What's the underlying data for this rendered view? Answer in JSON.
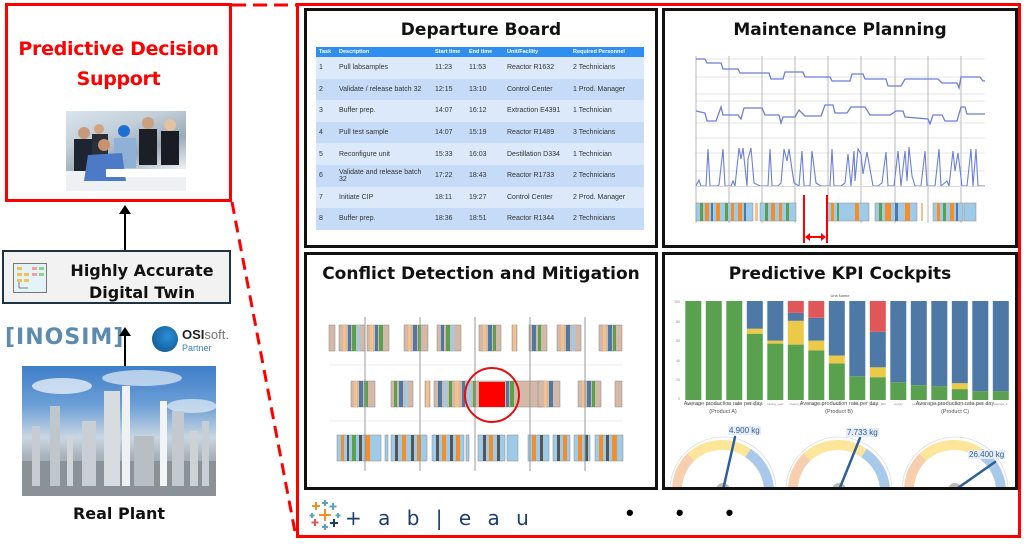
{
  "left_column": {
    "decision_support": {
      "title": "Predictive Decision Support",
      "image": "people-planning-photo"
    },
    "digital_twin": {
      "title": "Highly Accurate Digital Twin",
      "icon": "flowchart-icon"
    },
    "partner_logos": {
      "inosim": "[INOSIM]",
      "osisoft": "OSIsoft.",
      "osisoft_brand": "OSI",
      "osisoft_suffix": "soft.",
      "osisoft_partner": "Partner"
    },
    "real_plant": {
      "label": "Real Plant",
      "image": "refinery-photo"
    }
  },
  "panels": {
    "departure_board": {
      "title": "Departure Board",
      "columns": [
        "Task",
        "Description",
        "Start time",
        "End time",
        "Unit/Facility",
        "Required Personnel"
      ],
      "rows": [
        [
          "1",
          "Pull labsamples",
          "11:23",
          "11:53",
          "Reactor R1632",
          "2 Technicians"
        ],
        [
          "2",
          "Validate / release batch 32",
          "12:15",
          "13:10",
          "Control Center",
          "1 Prod. Manager"
        ],
        [
          "3",
          "Buffer prep.",
          "14:07",
          "16:12",
          "Extraction E4391",
          "1 Technician"
        ],
        [
          "4",
          "Pull test sample",
          "14:07",
          "15:19",
          "Reactor R1489",
          "3 Technicians"
        ],
        [
          "5",
          "Reconfigure unit",
          "15:33",
          "16:03",
          "Destillation D334",
          "1 Technician"
        ],
        [
          "6",
          "Validate and release batch 32",
          "17:22",
          "18:43",
          "Reactor R1733",
          "2 Technicians"
        ],
        [
          "7",
          "Initiate CIP",
          "18:11",
          "19:27",
          "Control Center",
          "2 Prod. Manager"
        ],
        [
          "8",
          "Buffer prep.",
          "18:36",
          "18:51",
          "Reactor R1344",
          "2 Technicians"
        ]
      ]
    },
    "maintenance_planning": {
      "title": "Maintenance Planning"
    },
    "conflict_detection": {
      "title": "Conflict Detection and Mitigation"
    },
    "kpi_cockpits": {
      "title": "Predictive KPI Cockpits",
      "chart_title": "Unit Name",
      "gauges": [
        {
          "title": "Average production rate per day",
          "subtitle": "(Product A)",
          "value": "4.900 kg"
        },
        {
          "title": "Average production rate per day",
          "subtitle": "(Product B)",
          "value": "7.733 kg"
        },
        {
          "title": "Average production rate per day",
          "subtitle": "(Product C)",
          "value": "26.400 kg"
        }
      ]
    }
  },
  "footer": {
    "tableau_wordmark": "+ a b | e a u",
    "ellipsis": "• • •"
  },
  "colors": {
    "frame_red": "#ff0000",
    "panel_border": "#111111",
    "table_header": "#2f8ff0",
    "series_green": "#59a14f",
    "series_yellow": "#edc948",
    "series_blue": "#4e79a7",
    "series_red": "#e15759",
    "gantt_orange": "#f28e2b",
    "gantt_lightblue": "#a0cbe8",
    "gantt_tan": "#d4b9a8",
    "line_blue": "#6b7fd7"
  },
  "chart_data": {
    "type": "bar",
    "title": "Unit Name",
    "stacked": true,
    "normalized": true,
    "ylim": [
      0,
      100
    ],
    "yticks": [
      0,
      20,
      40,
      60,
      80,
      100
    ],
    "categories": [
      "raw_materi",
      "raw_materi",
      "raw_materi",
      "mixing_vess",
      "mixing_vess",
      "reactor_2",
      "reactor_901",
      "scale",
      "Filter",
      "reactor_902",
      "supply",
      "storage_a",
      "shipment",
      "mixing_vess",
      "shipment 90",
      "storage_b"
    ],
    "series": [
      {
        "name": "green",
        "values": [
          100,
          100,
          100,
          67,
          57,
          56,
          50,
          37,
          24,
          23,
          18,
          15,
          14,
          11,
          9,
          9
        ]
      },
      {
        "name": "yellow",
        "values": [
          0,
          0,
          0,
          5,
          3,
          24,
          10,
          8,
          0,
          10,
          0,
          0,
          0,
          6,
          0,
          0
        ]
      },
      {
        "name": "blue",
        "values": [
          0,
          0,
          0,
          28,
          40,
          8,
          23,
          55,
          76,
          36,
          82,
          85,
          86,
          83,
          91,
          91
        ]
      },
      {
        "name": "red",
        "values": [
          0,
          0,
          0,
          0,
          0,
          12,
          17,
          0,
          0,
          31,
          0,
          0,
          0,
          0,
          0,
          0
        ]
      }
    ]
  }
}
